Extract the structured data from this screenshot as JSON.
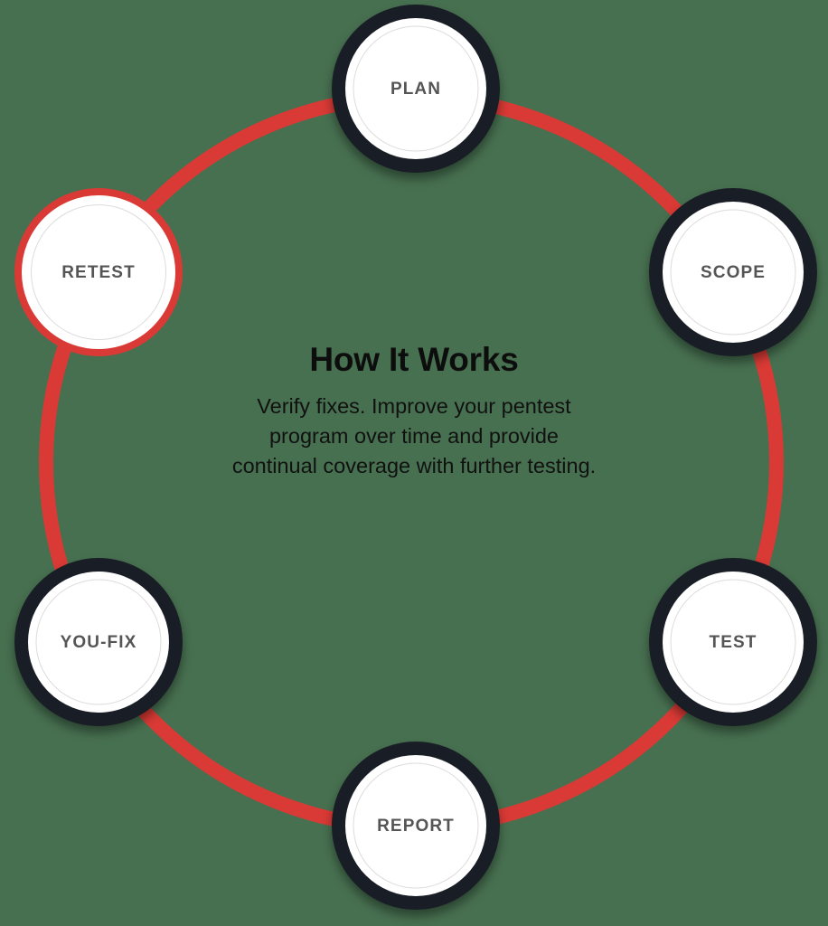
{
  "diagram": {
    "type": "cycle",
    "background_color": "#477050",
    "accent_color": "#d93a35",
    "node_ring_color": "#191d26",
    "node_fill_color": "#ffffff",
    "label_color": "#555555",
    "center": {
      "title": "How It Works",
      "description": "Verify fixes. Improve your pentest\nprogram over time and provide\ncontinual coverage with further testing."
    },
    "nodes": [
      {
        "id": "plan",
        "label": "PLAN",
        "state": "inactive",
        "order": 1
      },
      {
        "id": "scope",
        "label": "SCOPE",
        "state": "inactive",
        "order": 2
      },
      {
        "id": "test",
        "label": "TEST",
        "state": "inactive",
        "order": 3
      },
      {
        "id": "report",
        "label": "REPORT",
        "state": "inactive",
        "order": 4
      },
      {
        "id": "youfix",
        "label": "YOU-FIX",
        "state": "inactive",
        "order": 5
      },
      {
        "id": "retest",
        "label": "RETEST",
        "state": "active",
        "order": 6
      }
    ]
  }
}
